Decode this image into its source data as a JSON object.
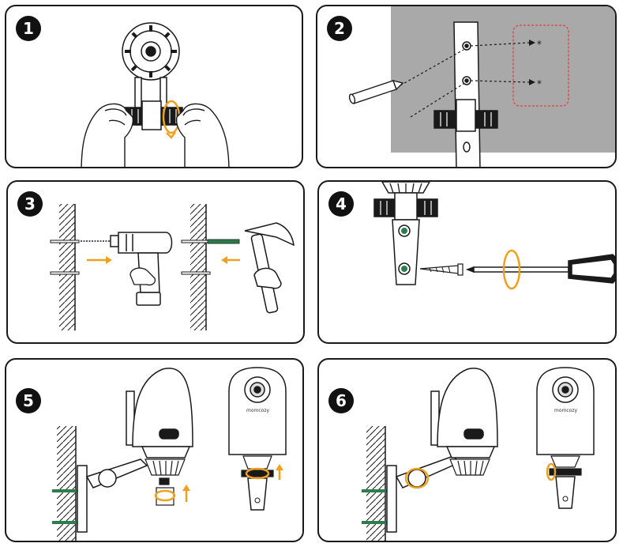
{
  "steps": [
    {
      "number": "1"
    },
    {
      "number": "2"
    },
    {
      "number": "3"
    },
    {
      "number": "4"
    },
    {
      "number": "5"
    },
    {
      "number": "6"
    }
  ],
  "brand_label": "momcozy",
  "hole_marker": "*",
  "colors": {
    "outline": "#1a1a1a",
    "accent_orange": "#f0a020",
    "wall_anchor_green": "#2e7d4f",
    "wall_gray": "#a9a9a9",
    "marking_red": "#e04040"
  }
}
